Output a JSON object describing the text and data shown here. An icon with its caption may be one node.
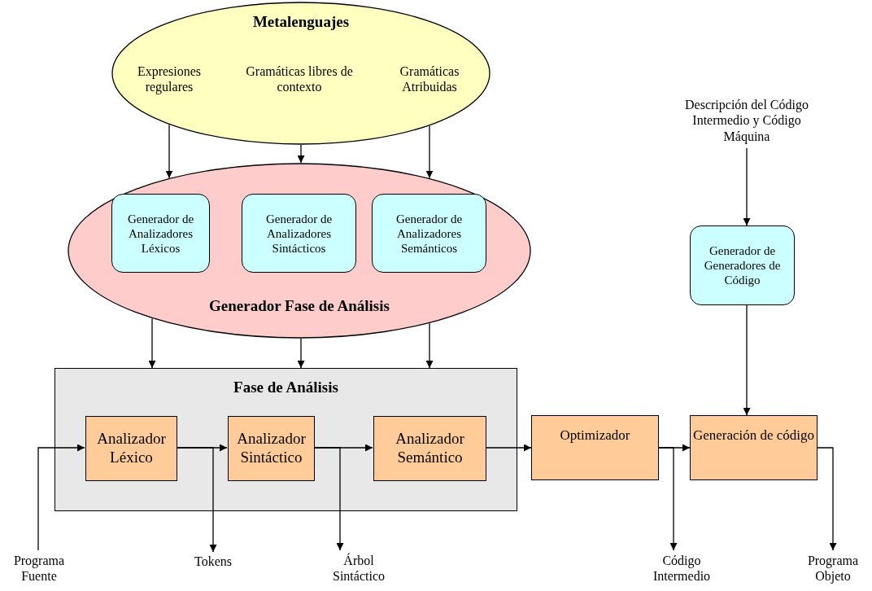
{
  "diagram": {
    "nodes": [
      {
        "text": [
          "Metalenguajes"
        ]
      },
      {
        "text": [
          "Expresiones regulares"
        ],
        "in": 0
      },
      {
        "text": [
          "Gramáticas libres de contexto"
        ],
        "in": 0
      },
      {
        "text": [
          "Gramáticas Atribuidas"
        ],
        "in": 0
      },
      {
        "text": [
          "Generador Fase de Análisis"
        ]
      },
      {
        "text": [
          "Generador de Analizadores Léxicos"
        ],
        "in": 4
      },
      {
        "text": [
          "Generador de Analizadores Sintácticos"
        ],
        "in": 4
      },
      {
        "text": [
          "Generador de Analizadores Semánticos"
        ],
        "in": 4
      },
      {
        "text": [
          "Descripción del Código Intermedio y Código Máquina"
        ]
      },
      {
        "text": [
          "Generador de Generadores de Código"
        ]
      },
      {
        "text": [
          "Fase de Análisis"
        ]
      },
      {
        "text": [
          "Analizador Léxico"
        ],
        "in": 10
      },
      {
        "text": [
          "Analizador Sintáctico"
        ],
        "in": 10
      },
      {
        "text": [
          "Analizador Semántico"
        ],
        "in": 10
      },
      {
        "text": [
          "Optimizador"
        ]
      },
      {
        "text": [
          "Generación de código"
        ]
      },
      {
        "text": [
          "Programa Fuente"
        ]
      },
      {
        "text": [
          "Tokens"
        ]
      },
      {
        "text": [
          "Árbol Sintáctico"
        ]
      },
      {
        "text": [
          "Código Intermedio"
        ]
      },
      {
        "text": [
          "Programa Objeto"
        ]
      }
    ],
    "edges": [
      {
        "from": 0,
        "to": 4,
        "arrow": "to"
      },
      {
        "from": 0,
        "to": 4,
        "arrow": "to"
      },
      {
        "from": 0,
        "to": 4,
        "arrow": "to"
      },
      {
        "from": 4,
        "to": 10,
        "arrow": "to"
      },
      {
        "from": 4,
        "to": 10,
        "arrow": "to"
      },
      {
        "from": 4,
        "to": 10,
        "arrow": "to"
      },
      {
        "from": 8,
        "to": 9,
        "arrow": "to"
      },
      {
        "from": 9,
        "to": 15,
        "arrow": "to"
      },
      {
        "from": 16,
        "to": 11,
        "arrow": "to"
      },
      {
        "from": 11,
        "to": 12,
        "arrow": "to"
      },
      {
        "from": 11,
        "to": 17,
        "arrow": "to"
      },
      {
        "from": 12,
        "to": 13,
        "arrow": "to"
      },
      {
        "from": 12,
        "to": 18,
        "arrow": "to"
      },
      {
        "from": 13,
        "to": 14,
        "arrow": "to"
      },
      {
        "from": 14,
        "to": 15,
        "arrow": "to"
      },
      {
        "from": 14,
        "to": 19,
        "arrow": "to"
      },
      {
        "from": 15,
        "to": 20,
        "arrow": "to"
      }
    ]
  }
}
